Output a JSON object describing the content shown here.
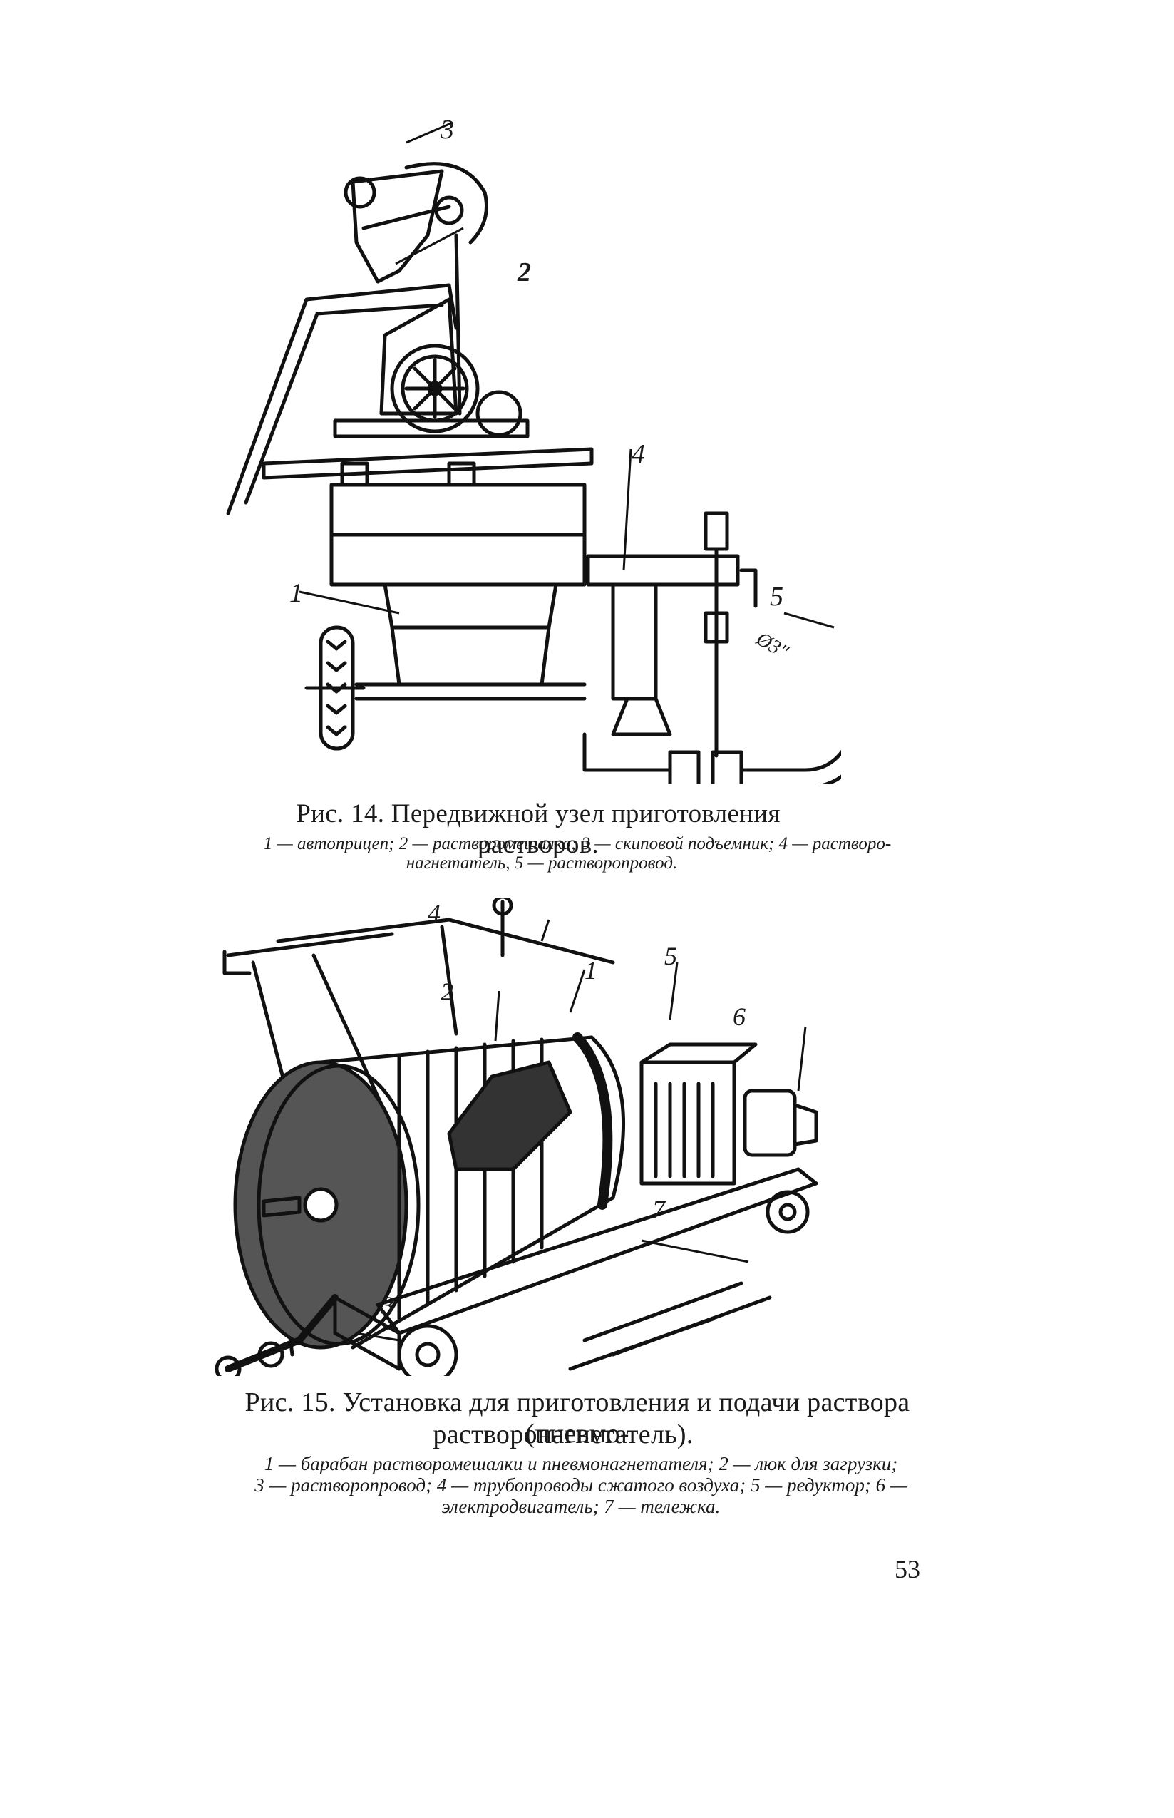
{
  "figure14": {
    "callouts": [
      "1",
      "2",
      "3",
      "4",
      "5"
    ],
    "dim_label": "Ø3\"",
    "caption_title": "Рис. 14. Передвижной узел приготовления растворов.",
    "legend_line1": "1 — автоприцеп; 2 — растворомешалка; 3 — скиповой подъемник; 4 — растворо-",
    "legend_line2": "нагнетатель, 5 — растворопровод."
  },
  "figure15": {
    "callouts": [
      "1",
      "2",
      "3",
      "4",
      "5",
      "6",
      "7"
    ],
    "caption_title_line1": "Рис. 15. Установка для приготовления и подачи раствора (пневмо-",
    "caption_title_line2": "растворонагнетатель).",
    "legend_line1": "1 — барабан растворомешалки и пневмонагнетателя; 2 — люк для загрузки;",
    "legend_line2": "3 — растворопровод; 4 — трубопроводы сжатого воздуха; 5 — редуктор; 6 —",
    "legend_line3": "электродвигатель; 7 — тележка."
  },
  "page_number": "53"
}
